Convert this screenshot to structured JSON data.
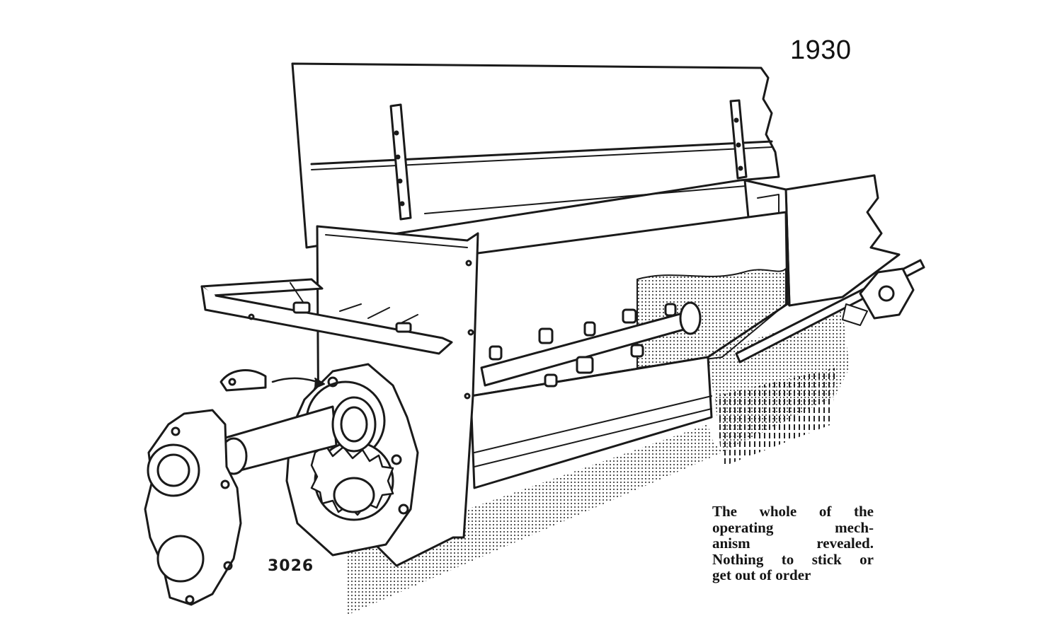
{
  "year": "1930",
  "figure_number": "3026",
  "caption_lines": [
    "The whole of the",
    "operating mech-",
    "anism revealed.",
    "Nothing to stick or",
    "get out of order"
  ],
  "colors": {
    "ink": "#1a1a1a",
    "paper": "#ffffff"
  }
}
